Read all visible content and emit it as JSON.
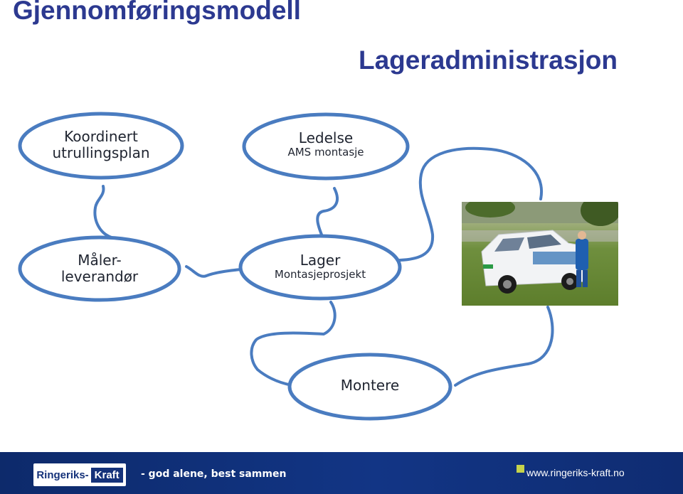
{
  "header": {
    "title": "Gjennomføringsmodell",
    "subtitle": "Lageradministrasjon"
  },
  "nodes": {
    "koordinert": {
      "line1": "Koordinert",
      "line2": "utrullingsplan"
    },
    "ledelse": {
      "line1": "Ledelse",
      "line2": "AMS montasje"
    },
    "maler": {
      "line1": "Måler-",
      "line2": "leverandør"
    },
    "lager": {
      "line1": "Lager",
      "line2": "Montasjeprosjekt"
    },
    "montere": {
      "line1": "Montere"
    }
  },
  "footer": {
    "logo_left": "Ringeriks",
    "logo_right": "Kraft",
    "slogan": "- god alene, best sammen",
    "url": "www.ringeriks-kraft.no"
  },
  "colors": {
    "title": "#2c3990",
    "connector": "#4a7cc0",
    "footer": "#123585",
    "accent": "#c6d34b"
  }
}
